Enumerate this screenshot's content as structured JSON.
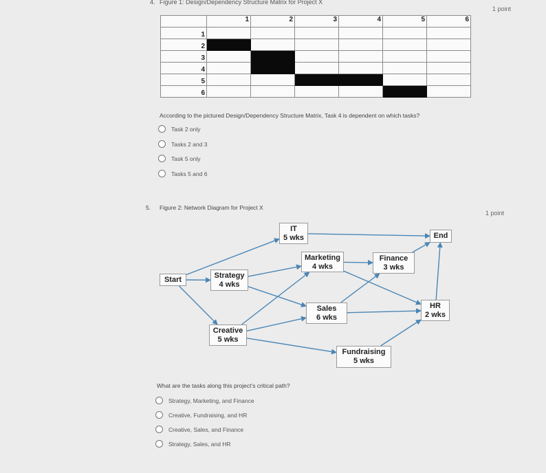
{
  "q4": {
    "number": "4.",
    "title": "Figure 1: Design/Dependency Structure Matrix for Project X",
    "points": "1 point",
    "matrix": {
      "col_headers": [
        "1",
        "2",
        "3",
        "4",
        "5",
        "6"
      ],
      "row_headers": [
        "1",
        "2",
        "3",
        "4",
        "5",
        "6"
      ],
      "filled_cells": [
        [
          2,
          1
        ],
        [
          3,
          2
        ],
        [
          4,
          2
        ],
        [
          5,
          3
        ],
        [
          5,
          4
        ],
        [
          6,
          5
        ]
      ]
    },
    "question": "According to the pictured Design/Dependency Structure Matrix, Task 4 is dependent on which tasks?",
    "options": [
      "Task 2 only",
      "Tasks 2 and 3",
      "Task 5 only",
      "Tasks 5 and 6"
    ]
  },
  "q5": {
    "number": "5.",
    "title": "Figure 2: Network Diagram for Project X",
    "points": "1 point",
    "nodes": {
      "start": {
        "name": "Start",
        "duration": ""
      },
      "it": {
        "name": "IT",
        "duration": "5 wks"
      },
      "end": {
        "name": "End",
        "duration": ""
      },
      "marketing": {
        "name": "Marketing",
        "duration": "4 wks"
      },
      "finance": {
        "name": "Finance",
        "duration": "3 wks"
      },
      "strategy": {
        "name": "Strategy",
        "duration": "4 wks"
      },
      "sales": {
        "name": "Sales",
        "duration": "6 wks"
      },
      "hr": {
        "name": "HR",
        "duration": "2 wks"
      },
      "creative": {
        "name": "Creative",
        "duration": "5 wks"
      },
      "fundraising": {
        "name": "Fundraising",
        "duration": "5 wks"
      }
    },
    "edges": [
      [
        "start",
        "it"
      ],
      [
        "start",
        "strategy"
      ],
      [
        "start",
        "creative"
      ],
      [
        "it",
        "end"
      ],
      [
        "strategy",
        "marketing"
      ],
      [
        "strategy",
        "sales"
      ],
      [
        "creative",
        "marketing"
      ],
      [
        "creative",
        "sales"
      ],
      [
        "creative",
        "fundraising"
      ],
      [
        "marketing",
        "finance"
      ],
      [
        "marketing",
        "hr"
      ],
      [
        "sales",
        "finance"
      ],
      [
        "sales",
        "hr"
      ],
      [
        "finance",
        "end"
      ],
      [
        "hr",
        "end"
      ],
      [
        "fundraising",
        "hr"
      ]
    ],
    "question": "What are the tasks along this project’s critical path?",
    "options": [
      "Strategy, Marketing, and Finance",
      "Creative, Fundraising, and HR",
      "Creative, Sales, and Finance",
      "Strategy, Sales, and HR"
    ]
  },
  "colors": {
    "arrow": "#4a86b6",
    "matrix_fill": "#0a0a0a",
    "background": "#ececec"
  }
}
